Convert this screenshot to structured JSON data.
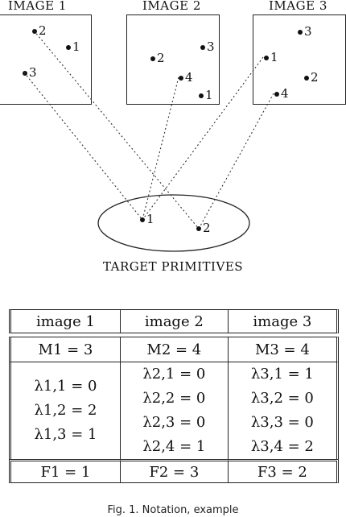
{
  "images": [
    {
      "title": "IMAGE 1",
      "points": [
        {
          "label": "2"
        },
        {
          "label": "1"
        },
        {
          "label": "3"
        }
      ]
    },
    {
      "title": "IMAGE 2",
      "points": [
        {
          "label": "3"
        },
        {
          "label": "2"
        },
        {
          "label": "4"
        },
        {
          "label": "1"
        }
      ]
    },
    {
      "title": "IMAGE 3",
      "points": [
        {
          "label": "3"
        },
        {
          "label": "1"
        },
        {
          "label": "2"
        },
        {
          "label": "4"
        }
      ]
    }
  ],
  "target": {
    "label": "TARGET PRIMITIVES",
    "points": [
      {
        "label": "1"
      },
      {
        "label": "2"
      }
    ]
  },
  "table": {
    "headers": [
      "image 1",
      "image 2",
      "image 3"
    ],
    "m_row": [
      "M1 = 3",
      "M2 = 4",
      "M3 = 4"
    ],
    "lambda_rows": [
      [
        "λ1,1 = 0",
        "λ1,2 = 2",
        "λ1,3 = 1"
      ],
      [
        "λ2,1 = 0",
        "λ2,2 = 0",
        "λ2,3 = 0",
        "λ2,4 = 1"
      ],
      [
        "λ3,1 = 1",
        "λ3,2 = 0",
        "λ3,3 = 0",
        "λ3,4 = 2"
      ]
    ],
    "f_row": [
      "F1 = 1",
      "F2 = 3",
      "F3 = 2"
    ]
  },
  "caption": "Fig. 1. Notation, example"
}
